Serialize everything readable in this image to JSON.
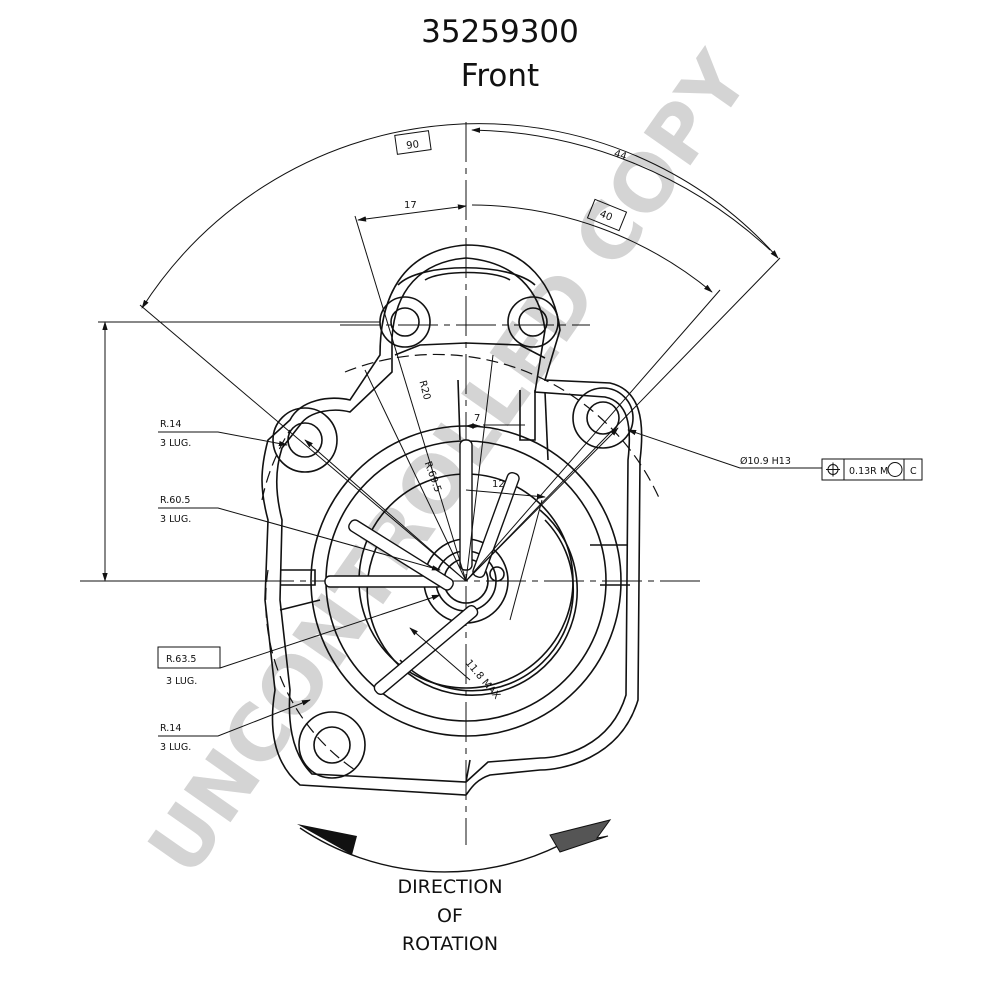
{
  "title": "35259300",
  "view": "Front",
  "watermark": "UNCONTROLLED COPY",
  "dimensions": {
    "angle_90": "90",
    "dim_44": "44",
    "dim_40": "40",
    "dim_17": "17",
    "dim_7": "7",
    "dim_12": "12",
    "r20": "R20",
    "r69_5": "R.69.5",
    "max_11_8": "11.8 MAX"
  },
  "callouts": {
    "r14_top": "R.14",
    "r14_top_sub": "3 LUG.",
    "r60_5": "R.60.5",
    "r60_5_sub": "3 LUG.",
    "r63_5": "R.63.5",
    "r63_5_sub": "3 LUG.",
    "r14_bottom": "R.14",
    "r14_bottom_sub": "3 LUG.",
    "hole": "Ø10.9 H13"
  },
  "tolerance_frame": {
    "value": "0.13R",
    "modifier": "M",
    "datum": "C"
  },
  "rotation": {
    "line1": "DIRECTION",
    "line2": "OF",
    "line3": "ROTATION"
  }
}
